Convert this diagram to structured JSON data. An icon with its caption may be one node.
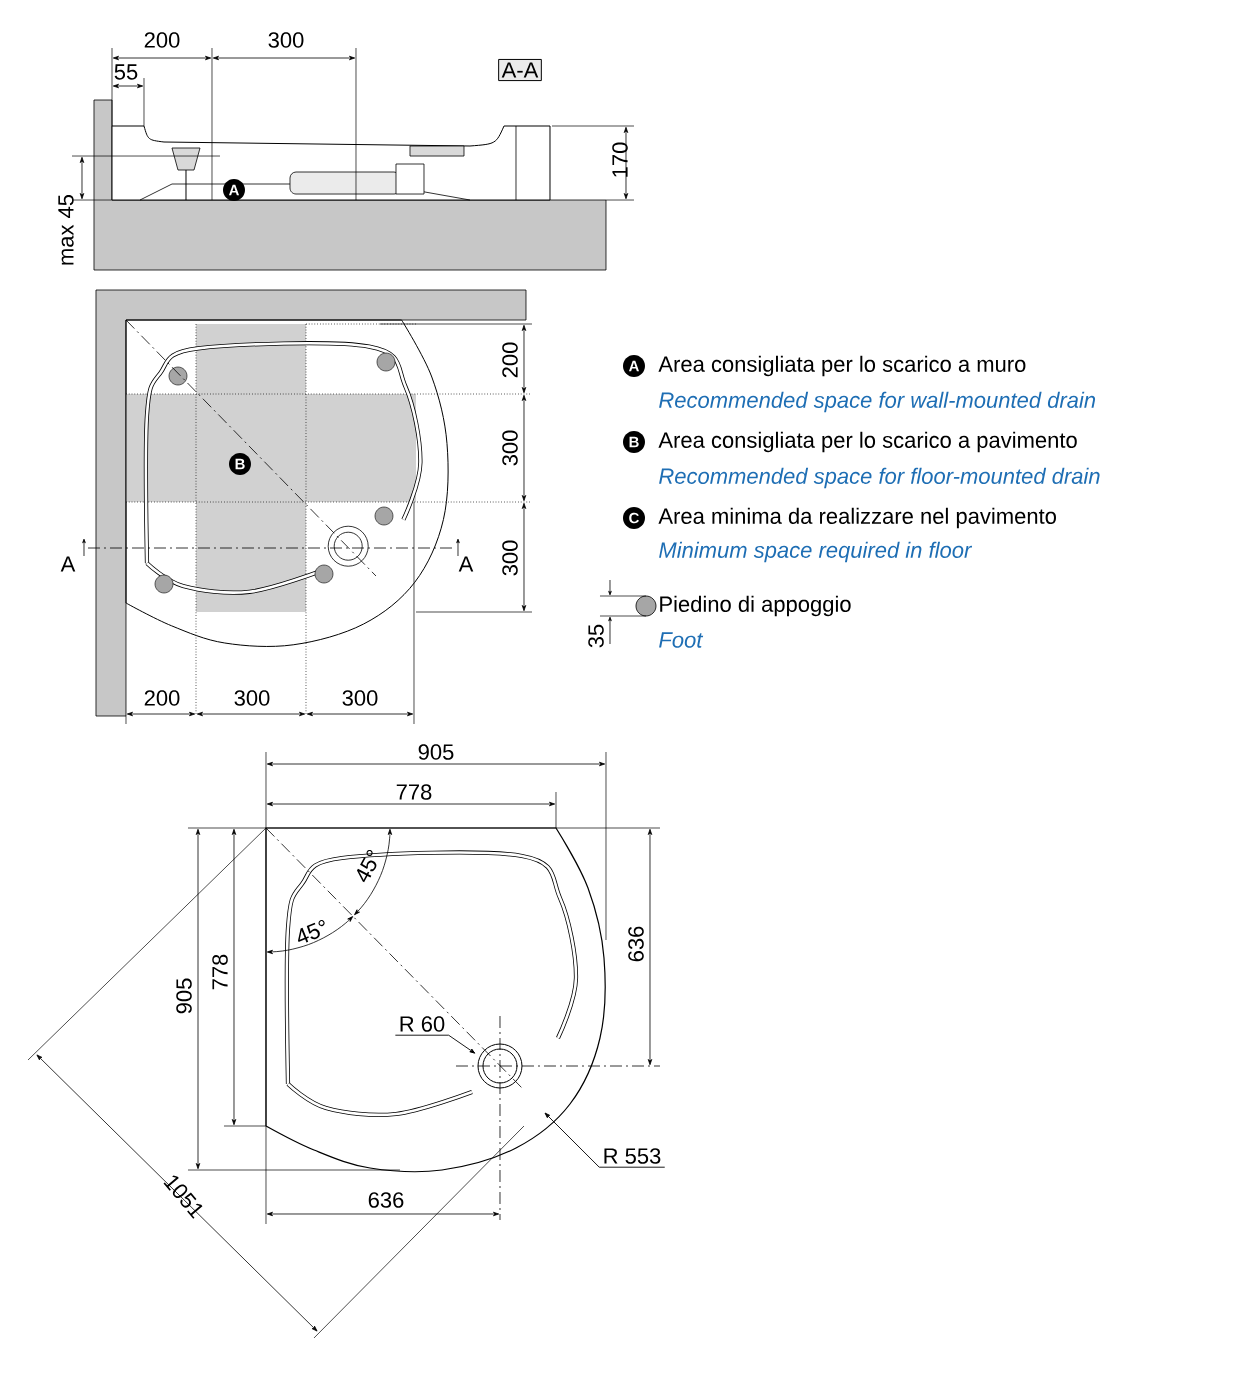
{
  "diagram": {
    "nodes": [
      {
        "text": [
          "R 60"
        ]
      },
      {
        "text": [
          "R 553"
        ]
      }
    ],
    "edges": [
      {
        "from": 0,
        "to": null,
        "arrow": "to"
      },
      {
        "from": 1,
        "to": null,
        "arrow": "to"
      }
    ],
    "labels": [
      "200",
      "300",
      "55",
      "A-A",
      "170",
      "max 45",
      "A",
      "200",
      "300",
      "300",
      "B",
      "A",
      "A",
      "200",
      "300",
      "300",
      "A",
      "Area consigliata per lo scarico a muro",
      "Recommended space for wall-mounted drain",
      "B",
      "Area consigliata per lo scarico a pavimento",
      "Recommended space for floor-mounted drain",
      "C",
      "Area minima da realizzare nel pavimento",
      "Minimum space required in floor",
      "35",
      "Piedino di appoggio",
      "Foot",
      "905",
      "778",
      "45°",
      "45°",
      "905",
      "778",
      "636",
      "636",
      "1051"
    ]
  }
}
